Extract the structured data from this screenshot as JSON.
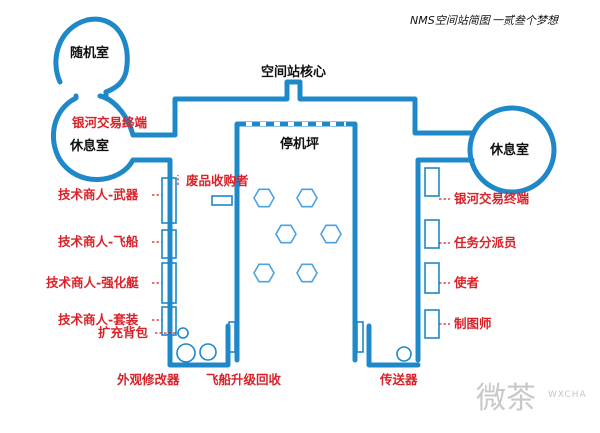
{
  "header": {
    "title": "NMS空间站简图",
    "author": "一贰叁个梦想"
  },
  "rooms": {
    "random_room": "随机室",
    "rest_left": "休息室",
    "rest_right": "休息室",
    "core": "空间站核心",
    "apron": "停机坪"
  },
  "left_labels": {
    "galactic_terminal": "银河交易终端",
    "tech_weapons": "技术商人-武器",
    "tech_ship": "技术商人-飞船",
    "tech_exocraft": "技术商人-强化艇",
    "tech_suit": "技术商人-套装",
    "backpack": "扩充背包",
    "scrap": "废品收购者"
  },
  "right_labels": {
    "galactic_terminal": "银河交易终端",
    "mission_agent": "任务分派员",
    "envoy": "使者",
    "cartographer": "制图师"
  },
  "bottom_labels": {
    "appearance": "外观修改器",
    "ship_salvage": "飞船升级回收",
    "teleporter": "传送器"
  },
  "watermark": {
    "main": "微茶",
    "sub": "WXCHA"
  },
  "colors": {
    "wall": "#1e88c8",
    "label_red": "#d8232a",
    "hexagon": "#4aa3df",
    "dark": "#222222",
    "watermark": "#c8c8c8"
  }
}
